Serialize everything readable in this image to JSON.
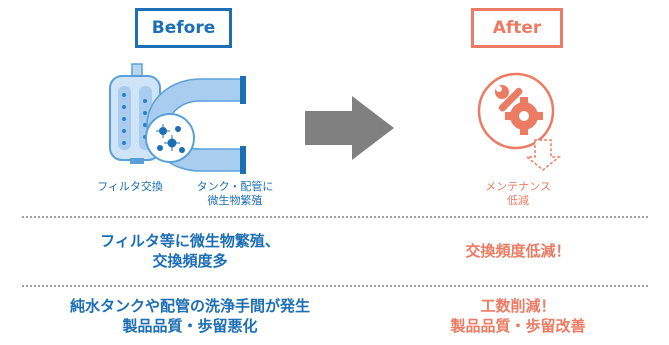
{
  "before": {
    "label": "Before",
    "caption_filter": "フィルタ交換",
    "caption_pipe_line1": "タンク・配管に",
    "caption_pipe_line2": "微生物繁殖"
  },
  "after": {
    "label": "After",
    "caption_line1": "メンテナンス",
    "caption_line2": "低減"
  },
  "rows": [
    {
      "before_line1": "フィルタ等に微生物繁殖、",
      "before_line2": "交換頻度多",
      "after_line1": "交換頻度低減！"
    },
    {
      "before_line1": "純水タンクや配管の洗浄手間が発生",
      "before_line2": "製品品質・歩留悪化",
      "after_line1": "工数削減！",
      "after_line2": "製品品質・歩留改善"
    }
  ],
  "colors": {
    "before_accent": "#1c6fb4",
    "after_accent": "#ec7b63",
    "arrow": "#808080"
  },
  "icons": [
    "filter-tank-icon",
    "pipe-icon",
    "microbe-icon",
    "wrench-gear-icon",
    "down-arrow-icon",
    "right-arrow-icon"
  ]
}
